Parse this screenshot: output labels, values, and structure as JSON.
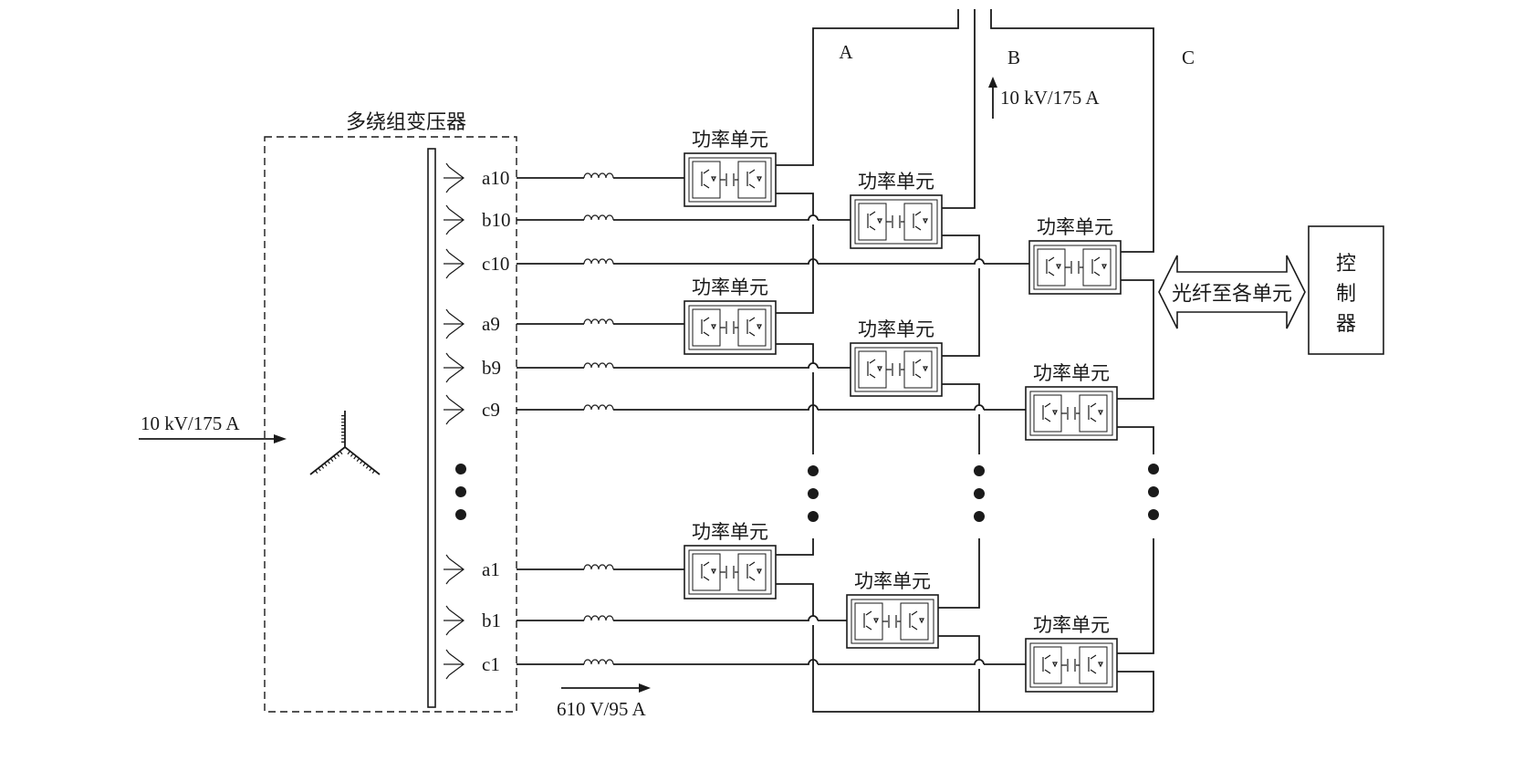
{
  "diagram": {
    "transformer_title": "多绕组变压器",
    "input_label": "10 kV/175 A",
    "output_label": "10 kV/175 A",
    "secondary_label": "610 V/95 A",
    "phase_labels": [
      "A",
      "B",
      "C"
    ],
    "unit_label": "功率单元",
    "fiber_label": "光纤至各单元",
    "controller_label": "控制器",
    "windings": [
      {
        "label": "a10"
      },
      {
        "label": "b10"
      },
      {
        "label": "c10"
      },
      {
        "label": "a9"
      },
      {
        "label": "b9"
      },
      {
        "label": "c9"
      },
      {
        "label": "a1"
      },
      {
        "label": "b1"
      },
      {
        "label": "c1"
      }
    ]
  }
}
